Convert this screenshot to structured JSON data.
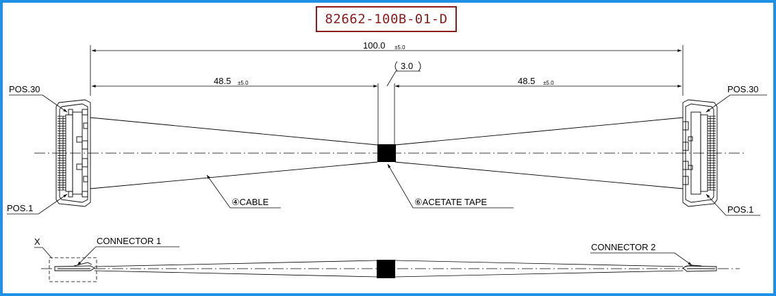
{
  "drawing": {
    "part_number": "82662-100B-01-D",
    "overall_length": "100.0",
    "overall_tolerance": "±5.0",
    "left_length": "48.5",
    "left_tolerance": "±5.0",
    "right_length": "48.5",
    "right_tolerance": "±5.0",
    "tape_width": "3.0",
    "labels": {
      "pos30_left": "POS.30",
      "pos1_left": "POS.1",
      "pos30_right": "POS.30",
      "pos1_right": "POS.1",
      "cable": "④CABLE",
      "acetate_tape": "⑥ACETATE TAPE",
      "detail_x": "X",
      "connector1": "CONNECTOR 1",
      "connector2": "CONNECTOR 2"
    }
  },
  "colors": {
    "frame": "#1e90e6",
    "title": "#8b1a1a",
    "ink": "#000000"
  }
}
